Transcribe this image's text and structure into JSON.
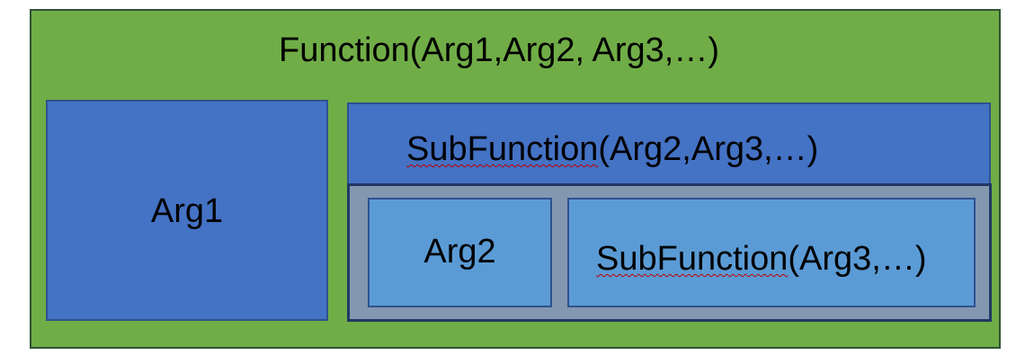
{
  "diagram": {
    "outer": {
      "label": "Function(Arg1,Arg2, Arg3,…)",
      "color": "#70AD47"
    },
    "arg1": {
      "label": "Arg1",
      "color": "#4472C4"
    },
    "subfunction1": {
      "name": "SubFunction",
      "args": "(Arg2,Arg3,…)",
      "color": "#4472C4"
    },
    "inner_frame": {
      "color": "#8497B0",
      "border": "#203864"
    },
    "arg2": {
      "label": "Arg2",
      "color": "#5B9BD5"
    },
    "subfunction2": {
      "name": "SubFunction",
      "args": "(Arg3,…)",
      "color": "#5B9BD5"
    },
    "spellcheck_color": "#C00000"
  }
}
